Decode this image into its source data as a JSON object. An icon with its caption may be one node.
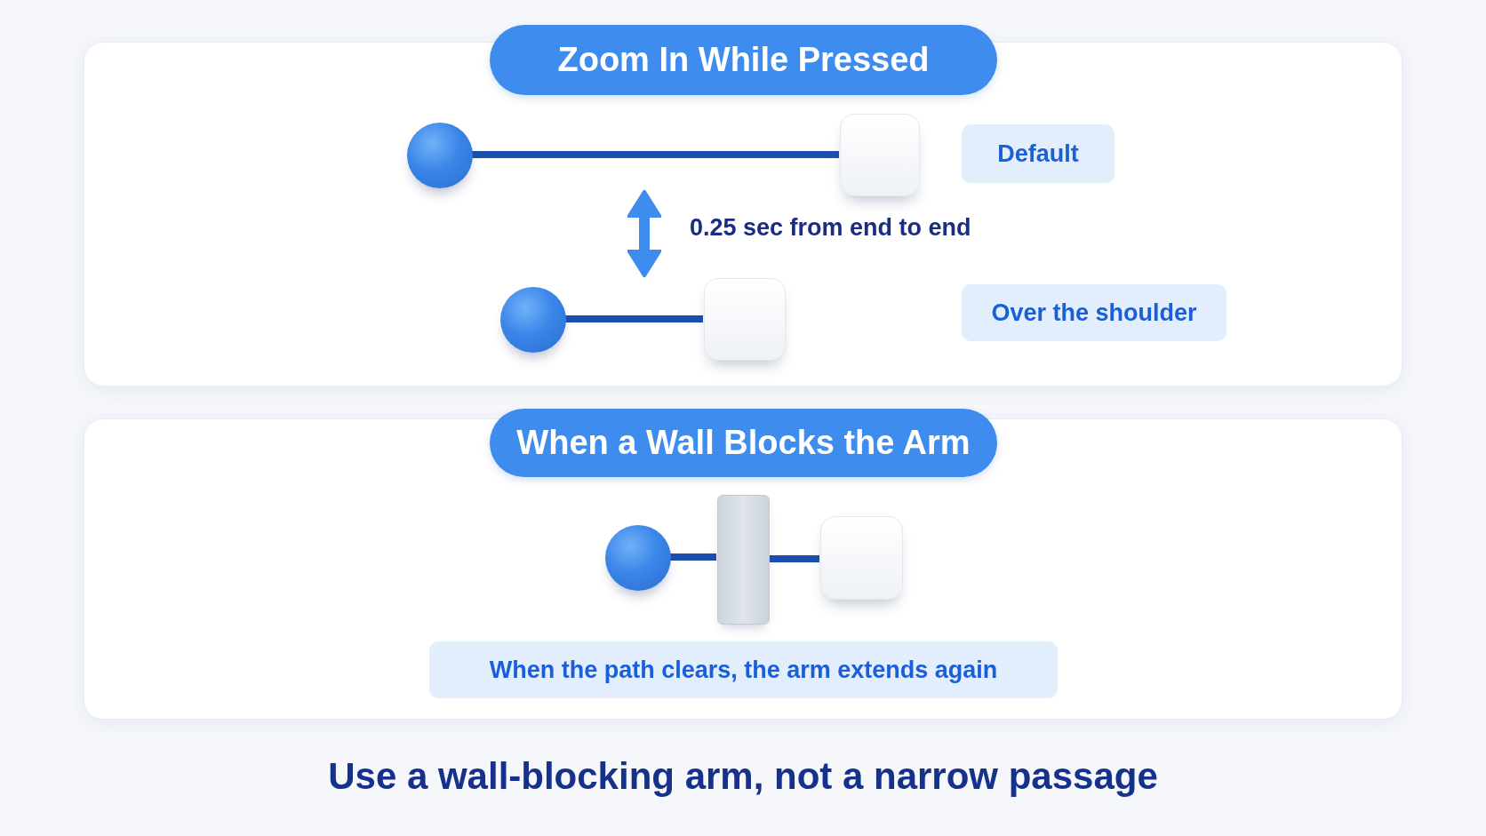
{
  "diagram": {
    "title": "Use a wall-blocking arm, not a narrow passage",
    "nodes": [
      {
        "text": [
          "Zoom In While Pressed"
        ]
      },
      {
        "text": [],
        "shape": "box"
      },
      {
        "text": [],
        "shape": "circle",
        "in": 1
      },
      {
        "text": [],
        "shape": "box",
        "in": 1
      },
      {
        "text": [
          "Default"
        ],
        "in": 1
      },
      {
        "text": [],
        "shape": "circle",
        "in": 1
      },
      {
        "text": [],
        "shape": "box",
        "in": 1
      },
      {
        "text": [
          "Over the shoulder"
        ],
        "in": 1
      },
      {
        "text": [
          "When a Wall Blocks the Arm"
        ]
      },
      {
        "text": [],
        "shape": "box"
      },
      {
        "text": [],
        "shape": "circle",
        "in": 9
      },
      {
        "text": [],
        "shape": "bar",
        "in": 9
      },
      {
        "text": [],
        "shape": "box",
        "in": 9
      },
      {
        "text": [
          "When the path clears, the arm extends again"
        ],
        "in": 9
      }
    ],
    "edges": [
      {
        "from": 2,
        "to": 3,
        "arrow": "none"
      },
      {
        "from": 5,
        "to": 6,
        "arrow": "none"
      },
      {
        "from": 10,
        "to": 11,
        "arrow": "none"
      },
      {
        "from": 11,
        "to": 12,
        "arrow": "none"
      }
    ],
    "labels": [
      "0.25 sec from end to end"
    ]
  }
}
